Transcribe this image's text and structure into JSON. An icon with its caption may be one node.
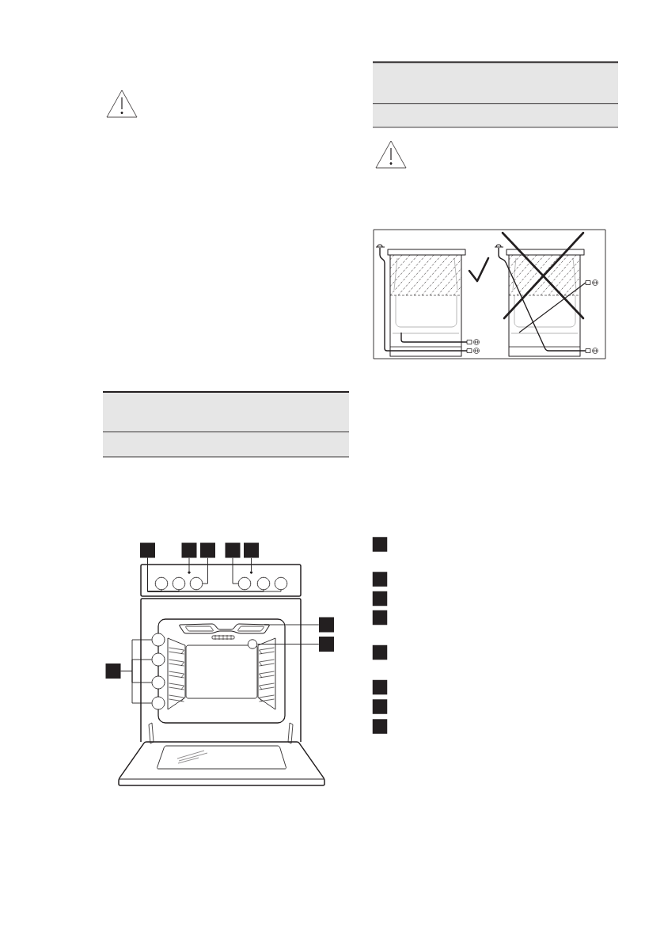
{
  "diagram": {
    "nodes": [
      {
        "text": [],
        "shape": "box"
      },
      {
        "text": [],
        "shape": "box"
      },
      {
        "text": [],
        "shape": "box"
      },
      {
        "text": [],
        "shape": "box"
      },
      {
        "text": [],
        "shape": "box"
      },
      {
        "text": [],
        "shape": "box"
      },
      {
        "text": [],
        "shape": "box"
      },
      {
        "text": [],
        "shape": "box"
      },
      {
        "text": [],
        "shape": "circle"
      },
      {
        "text": [],
        "shape": "circle"
      },
      {
        "text": [],
        "shape": "circle"
      },
      {
        "text": [],
        "shape": "circle"
      },
      {
        "text": [],
        "shape": "circle"
      },
      {
        "text": [],
        "shape": "circle"
      },
      {
        "text": [],
        "shape": "circle"
      },
      {
        "text": [],
        "shape": "circle"
      },
      {
        "text": [],
        "shape": "circle"
      },
      {
        "text": [],
        "shape": "circle"
      },
      {
        "text": [],
        "shape": "circle"
      },
      {
        "text": [],
        "shape": "circle"
      },
      {
        "text": [],
        "shape": "circle"
      },
      {
        "text": [],
        "shape": "box"
      },
      {
        "text": [],
        "shape": "box"
      },
      {
        "text": [],
        "shape": "box"
      },
      {
        "text": [],
        "shape": "box"
      },
      {
        "text": [],
        "shape": "box"
      },
      {
        "text": [],
        "shape": "box"
      },
      {
        "text": [],
        "shape": "box"
      },
      {
        "text": [],
        "shape": "box"
      }
    ],
    "edges": [
      {
        "from": 0,
        "to": 8,
        "arrow": "none"
      },
      {
        "from": 0,
        "to": 9,
        "arrow": "none"
      },
      {
        "from": 0,
        "to": 12,
        "arrow": "none"
      },
      {
        "from": 0,
        "to": 13,
        "arrow": "none"
      },
      {
        "from": 1,
        "to": 14,
        "arrow": "none"
      },
      {
        "from": 2,
        "to": 10,
        "arrow": "none"
      },
      {
        "from": 3,
        "to": 11,
        "arrow": "none"
      },
      {
        "from": 4,
        "to": 15,
        "arrow": "none"
      },
      {
        "from": 5,
        "to": null,
        "arrow": "none"
      },
      {
        "from": 6,
        "to": 16,
        "arrow": "none"
      },
      {
        "from": 7,
        "to": 17,
        "arrow": "none"
      },
      {
        "from": 7,
        "to": 18,
        "arrow": "none"
      },
      {
        "from": 7,
        "to": 19,
        "arrow": "none"
      },
      {
        "from": 7,
        "to": 20,
        "arrow": "none"
      }
    ]
  }
}
